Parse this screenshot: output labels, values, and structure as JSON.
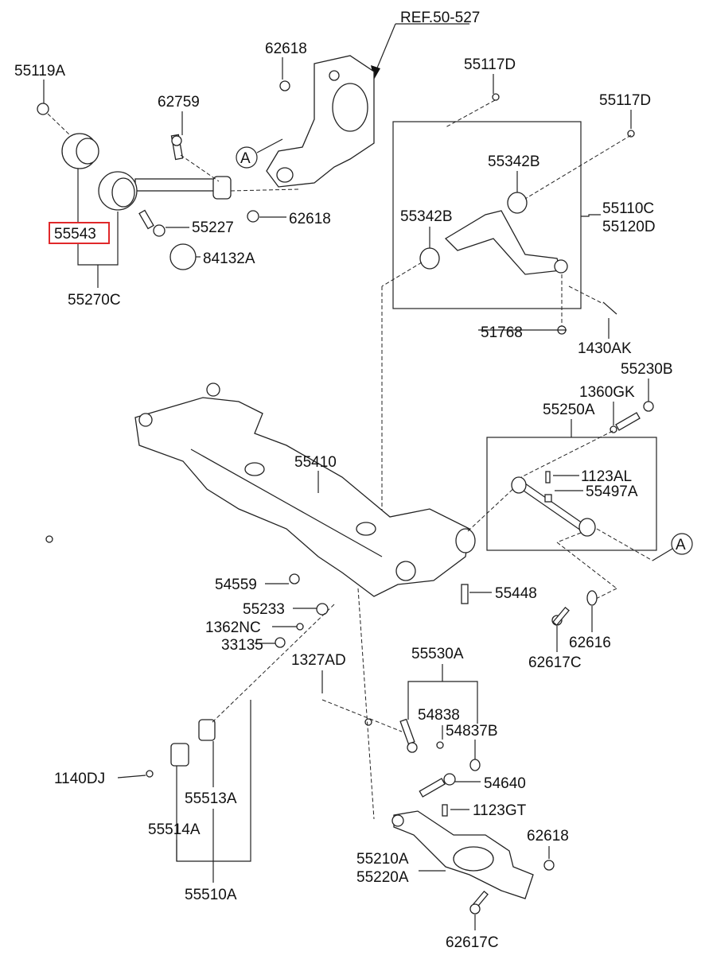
{
  "diagram": {
    "reference": "REF.50-527",
    "callout_marker": "A",
    "highlight_color": "#e0282a",
    "highlighted_part": "55543",
    "labels": {
      "p62618_top": "62618",
      "p55119A": "55119A",
      "p55117D_a": "55117D",
      "p62759": "62759",
      "p55117D_b": "55117D",
      "p55342B_a": "55342B",
      "p55110C": "55110C",
      "p55120D": "55120D",
      "p55342B_b": "55342B",
      "p55227": "55227",
      "p62618_mid": "62618",
      "p55543": "55543",
      "p84132A": "84132A",
      "p55270C": "55270C",
      "p51768": "51768",
      "p1430AK": "1430AK",
      "p55230B": "55230B",
      "p1360GK": "1360GK",
      "p55250A": "55250A",
      "p55410": "55410",
      "p1123AL": "1123AL",
      "p55497A": "55497A",
      "p54559": "54559",
      "p55448": "55448",
      "p55233": "55233",
      "p1362NC": "1362NC",
      "p33135": "33135",
      "p62616": "62616",
      "p62617C_a": "62617C",
      "p1327AD": "1327AD",
      "p55530A": "55530A",
      "p54838": "54838",
      "p54837B": "54837B",
      "p1140DJ": "1140DJ",
      "p54640": "54640",
      "p55513A": "55513A",
      "p1123GT": "1123GT",
      "p55514A": "55514A",
      "p62618_low": "62618",
      "p55210A": "55210A",
      "p55220A": "55220A",
      "p55510A": "55510A",
      "p62617C_b": "62617C"
    }
  }
}
